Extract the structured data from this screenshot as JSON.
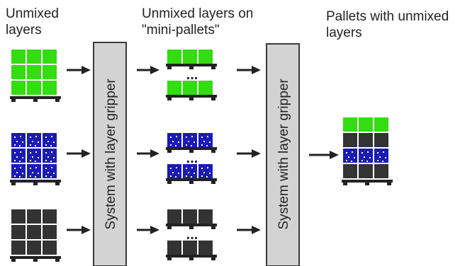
{
  "labels": {
    "col1_title": "Unmixed\nlayers",
    "col2_title": "Unmixed layers on\n\"mini-pallets\"",
    "col3_title": "Pallets with unmixed\nlayers",
    "system_label": "System with layer gripper",
    "ellipsis": "..."
  },
  "colors": {
    "green": "#33dd11",
    "blue": "#1a1ab8",
    "black": "#333333",
    "pallet": "#222222",
    "system_fill": "#d3d3d3",
    "system_stroke": "#3a3a3a",
    "arrow": "#222222"
  },
  "rows": [
    {
      "name": "green-row",
      "color": "green"
    },
    {
      "name": "blue-row",
      "color": "blue"
    },
    {
      "name": "black-row",
      "color": "black"
    }
  ],
  "output_pallet_layers": [
    "green",
    "black",
    "blue",
    "black"
  ]
}
